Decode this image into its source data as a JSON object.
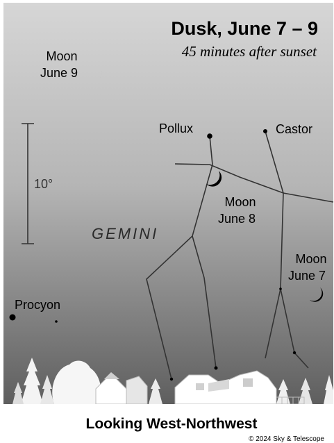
{
  "title": "Dusk, June 7 – 9",
  "subtitle": "45 minutes after sunset",
  "constellation_name": "GEMINI",
  "scale_label": "10°",
  "stars": {
    "pollux": "Pollux",
    "castor": "Castor",
    "procyon": "Procyon"
  },
  "moon_positions": [
    {
      "line1": "Moon",
      "line2": "June 9"
    },
    {
      "line1": "Moon",
      "line2": "June 8"
    },
    {
      "line1": "Moon",
      "line2": "June 7"
    }
  ],
  "direction_label": "Looking West-Northwest",
  "credit": "© 2024 Sky & Telescope",
  "colors": {
    "sky_top": "#d6d6d6",
    "sky_bottom": "#5c5c5c",
    "ground": "#ffffff"
  }
}
